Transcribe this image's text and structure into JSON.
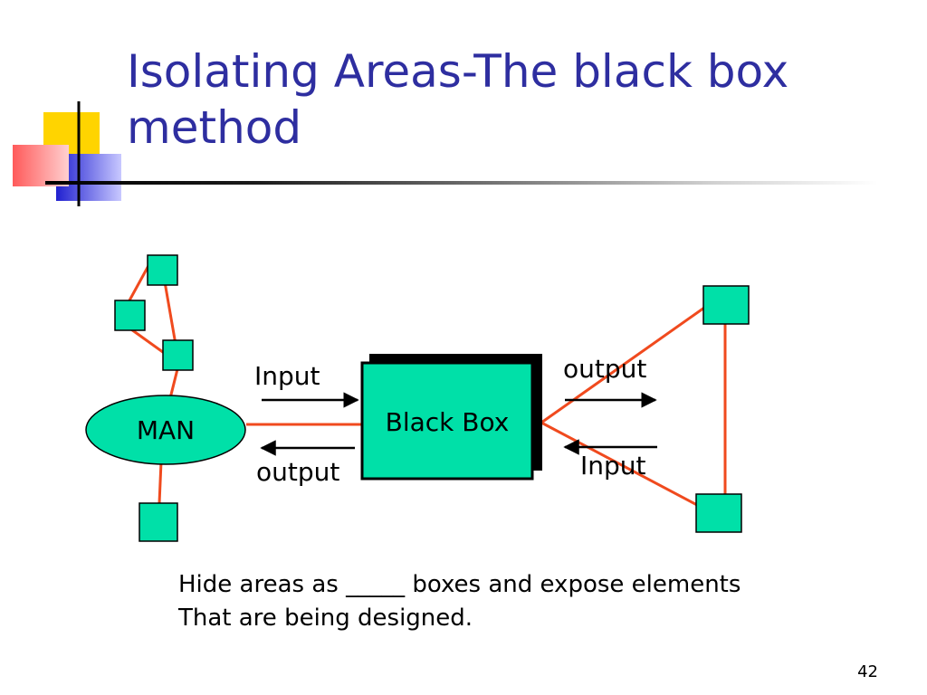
{
  "slide": {
    "title_line1": "Isolating Areas-The black box",
    "title_line2": "method",
    "page_number": "42",
    "caption": [
      "Hide areas as _____ boxes and expose elements",
      "That are being designed."
    ]
  },
  "diagram": {
    "man_label": "MAN",
    "black_box_label": "Black Box",
    "left_input_label": "Input",
    "left_output_label": "output",
    "right_output_label": "output",
    "right_input_label": "Input",
    "colors": {
      "node_fill": "#00E0A8",
      "link": "#F04A1E",
      "title": "#2E2EA0"
    }
  }
}
